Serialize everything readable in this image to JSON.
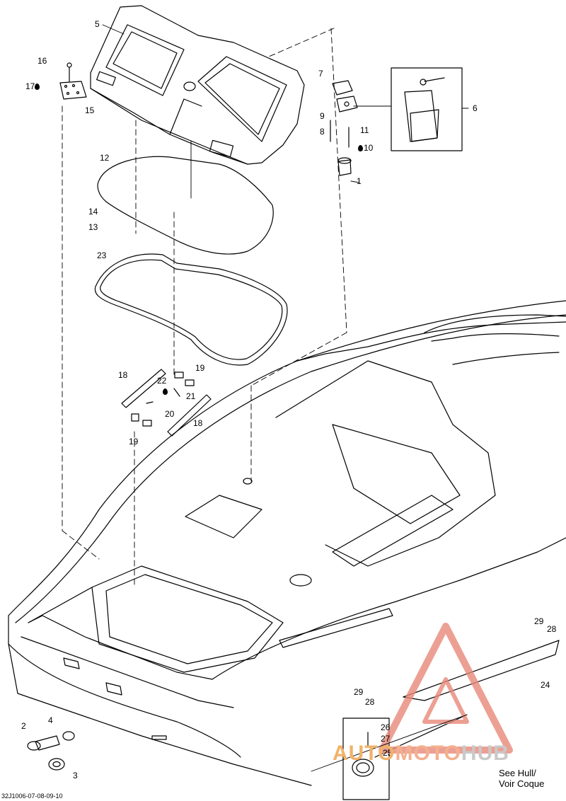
{
  "callouts": {
    "c1": "1",
    "c2": "2",
    "c3": "3",
    "c4": "4",
    "c5": "5",
    "c6": "6",
    "c7": "7",
    "c8": "8",
    "c9": "9",
    "c10": "10",
    "c11": "11",
    "c12": "12",
    "c13": "13",
    "c14": "14",
    "c15": "15",
    "c16": "16",
    "c17": "17",
    "c18a": "18",
    "c18b": "18",
    "c19a": "19",
    "c19b": "19",
    "c20": "20",
    "c21": "21",
    "c22": "22",
    "c23": "23",
    "c24": "24",
    "c25": "25",
    "c26": "26",
    "c27": "27",
    "c28a": "28",
    "c28b": "28",
    "c29a": "29",
    "c29b": "29"
  },
  "see_hull": {
    "line1": "See Hull/",
    "line2": "Voir Coque"
  },
  "reference_code": "32J1006-07-08-09-10",
  "watermark": {
    "part1": "AUTO",
    "part2": "MOTO",
    "part3": "HUB"
  },
  "colors": {
    "line": "#000000",
    "watermark_triangle": "#e8897a",
    "watermark_auto": "#f0b26a",
    "watermark_moto": "#f3b08f",
    "watermark_hub": "#c9c9c9"
  }
}
